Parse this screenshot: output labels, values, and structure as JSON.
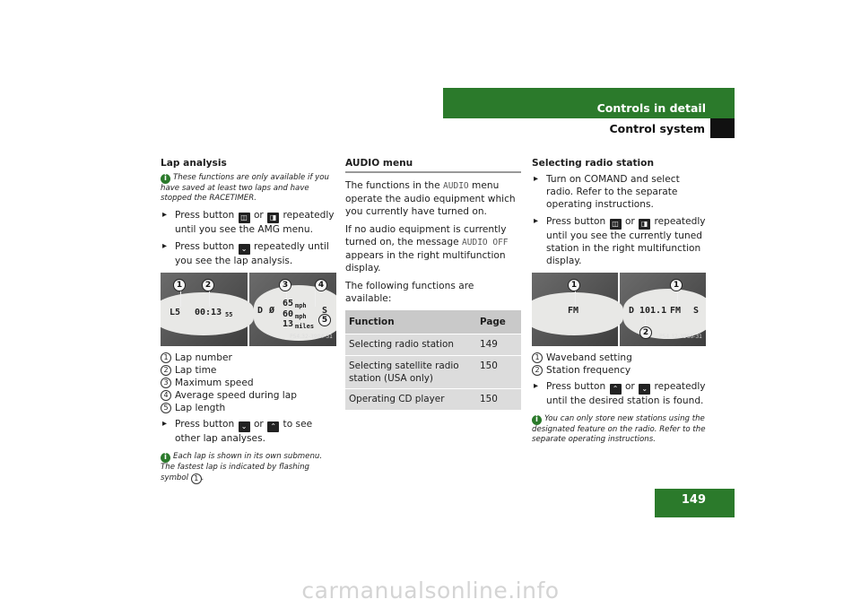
{
  "header": {
    "title": "Controls in detail",
    "subtitle": "Control system"
  },
  "page_number": "149",
  "col1": {
    "heading": "Lap analysis",
    "note1": "These functions are only available if you have saved at least two laps and have stopped the RACETIMER.",
    "step1_a": "Press button",
    "step1_or": "or",
    "step1_b": "repeatedly until you see the AMG menu.",
    "step2_a": "Press button",
    "step2_b": "repeatedly until you see the lap analysis.",
    "display": {
      "left_l": "L5",
      "left_time": "00:13",
      "left_small": "55",
      "right_d": "D",
      "right_avg_sym": "Ø",
      "right_v1": "65",
      "right_u1": "mph",
      "right_v2": "60",
      "right_u2": "mph",
      "right_v3": "13",
      "right_u3": "miles",
      "right_s": "S",
      "ref": "P54.32-3904-31"
    },
    "list": [
      "Lap number",
      "Lap time",
      "Maximum speed",
      "Average speed during lap",
      "Lap length"
    ],
    "step3_a": "Press button",
    "step3_or": "or",
    "step3_b": "to see other lap analyses.",
    "note2_a": "Each lap is shown in its own submenu. The fastest lap is indicated by flashing symbol",
    "note2_b": "."
  },
  "col2": {
    "heading": "AUDIO menu",
    "p1_a": "The functions in the",
    "p1_mono": "AUDIO",
    "p1_b": "menu operate the audio equipment which you currently have turned on.",
    "p2_a": "If no audio equipment is currently turned on, the message",
    "p2_mono": "AUDIO OFF",
    "p2_b": "appears in the right multifunction display.",
    "p3": "The following functions are available:",
    "table": {
      "headers": [
        "Function",
        "Page"
      ],
      "rows": [
        [
          "Selecting radio station",
          "149"
        ],
        [
          "Selecting satellite radio station (USA only)",
          "150"
        ],
        [
          "Operating CD player",
          "150"
        ]
      ]
    }
  },
  "col3": {
    "heading": "Selecting radio station",
    "step1": "Turn on COMAND and select radio. Refer to the separate operating instructions.",
    "step2_a": "Press button",
    "step2_or": "or",
    "step2_b": "repeatedly until you see the currently tuned station in the right multifunction display.",
    "display": {
      "left_fm": "FM",
      "right_d": "D",
      "right_freq": "101.1",
      "right_fm": "FM",
      "right_s": "S",
      "ref": "P54.32-3966-31"
    },
    "list": [
      "Waveband setting",
      "Station frequency"
    ],
    "step3_a": "Press button",
    "step3_or": "or",
    "step3_b": "repeatedly until the desired station is found.",
    "note": "You can only store new stations using the designated feature on the radio. Refer to the separate operating instructions."
  },
  "buttons": {
    "prev": "◫",
    "next": "◨",
    "down": "⌄",
    "up": "⌃"
  },
  "callouts": [
    "1",
    "2",
    "3",
    "4",
    "5"
  ],
  "watermark": "carmanualsonline.info"
}
